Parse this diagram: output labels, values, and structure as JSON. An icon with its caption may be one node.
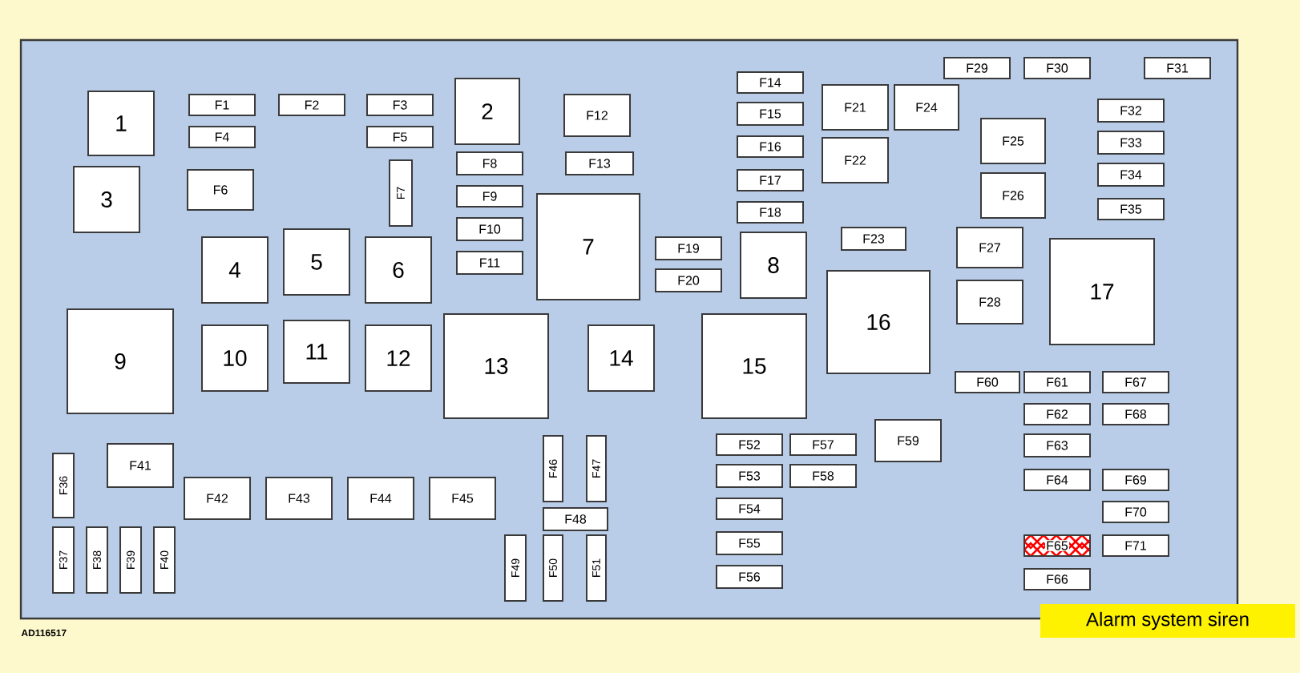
{
  "diagram": {
    "nodes": [
      {
        "text": [],
        "shape": "box"
      },
      {
        "text": [
          "1"
        ],
        "in": 0
      },
      {
        "text": [
          "F1"
        ],
        "in": 0
      },
      {
        "text": [
          "F2"
        ],
        "in": 0
      },
      {
        "text": [
          "F3"
        ],
        "in": 0
      },
      {
        "text": [
          "2"
        ],
        "in": 0
      },
      {
        "text": [
          "F12"
        ],
        "in": 0
      },
      {
        "text": [
          "F4"
        ],
        "in": 0
      },
      {
        "text": [
          "F5"
        ],
        "in": 0
      },
      {
        "text": [
          "F8"
        ],
        "in": 0
      },
      {
        "text": [
          "F13"
        ],
        "in": 0
      },
      {
        "text": [
          "3"
        ],
        "in": 0
      },
      {
        "text": [
          "F6"
        ],
        "in": 0
      },
      {
        "text": [
          "F7"
        ],
        "in": 0
      },
      {
        "text": [
          "F9"
        ],
        "in": 0
      },
      {
        "text": [
          "F10"
        ],
        "in": 0
      },
      {
        "text": [
          "F11"
        ],
        "in": 0
      },
      {
        "text": [
          "7"
        ],
        "in": 0
      },
      {
        "text": [
          "4"
        ],
        "in": 0
      },
      {
        "text": [
          "5"
        ],
        "in": 0
      },
      {
        "text": [
          "6"
        ],
        "in": 0
      },
      {
        "text": [
          "F29"
        ],
        "in": 0
      },
      {
        "text": [
          "F30"
        ],
        "in": 0
      },
      {
        "text": [
          "F31"
        ],
        "in": 0
      },
      {
        "text": [
          "F14"
        ],
        "in": 0
      },
      {
        "text": [
          "F15"
        ],
        "in": 0
      },
      {
        "text": [
          "F16"
        ],
        "in": 0
      },
      {
        "text": [
          "F17"
        ],
        "in": 0
      },
      {
        "text": [
          "F18"
        ],
        "in": 0
      },
      {
        "text": [
          "F21"
        ],
        "in": 0
      },
      {
        "text": [
          "F24"
        ],
        "in": 0
      },
      {
        "text": [
          "F22"
        ],
        "in": 0
      },
      {
        "text": [
          "F25"
        ],
        "in": 0
      },
      {
        "text": [
          "F26"
        ],
        "in": 0
      },
      {
        "text": [
          "F32"
        ],
        "in": 0
      },
      {
        "text": [
          "F33"
        ],
        "in": 0
      },
      {
        "text": [
          "F34"
        ],
        "in": 0
      },
      {
        "text": [
          "F35"
        ],
        "in": 0
      },
      {
        "text": [
          "F19"
        ],
        "in": 0
      },
      {
        "text": [
          "F20"
        ],
        "in": 0
      },
      {
        "text": [
          "8"
        ],
        "in": 0
      },
      {
        "text": [
          "F23"
        ],
        "in": 0
      },
      {
        "text": [
          "F27"
        ],
        "in": 0
      },
      {
        "text": [
          "F28"
        ],
        "in": 0
      },
      {
        "text": [
          "16"
        ],
        "in": 0
      },
      {
        "text": [
          "17"
        ],
        "in": 0
      },
      {
        "text": [
          "9"
        ],
        "in": 0
      },
      {
        "text": [
          "10"
        ],
        "in": 0
      },
      {
        "text": [
          "11"
        ],
        "in": 0
      },
      {
        "text": [
          "12"
        ],
        "in": 0
      },
      {
        "text": [
          "13"
        ],
        "in": 0
      },
      {
        "text": [
          "14"
        ],
        "in": 0
      },
      {
        "text": [
          "15"
        ],
        "in": 0
      },
      {
        "text": [
          "F60"
        ],
        "in": 0
      },
      {
        "text": [
          "F61"
        ],
        "in": 0
      },
      {
        "text": [
          "F67"
        ],
        "in": 0
      },
      {
        "text": [
          "F62"
        ],
        "in": 0
      },
      {
        "text": [
          "F68"
        ],
        "in": 0
      },
      {
        "text": [
          "F36"
        ],
        "in": 0
      },
      {
        "text": [
          "F41"
        ],
        "in": 0
      },
      {
        "text": [
          "F42"
        ],
        "in": 0
      },
      {
        "text": [
          "F43"
        ],
        "in": 0
      },
      {
        "text": [
          "F44"
        ],
        "in": 0
      },
      {
        "text": [
          "F45"
        ],
        "in": 0
      },
      {
        "text": [
          "F46"
        ],
        "in": 0
      },
      {
        "text": [
          "F47"
        ],
        "in": 0
      },
      {
        "text": [
          "F48"
        ],
        "in": 0
      },
      {
        "text": [
          "F52"
        ],
        "in": 0
      },
      {
        "text": [
          "F57"
        ],
        "in": 0
      },
      {
        "text": [
          "F59"
        ],
        "in": 0
      },
      {
        "text": [
          "F63"
        ],
        "in": 0
      },
      {
        "text": [
          "F53"
        ],
        "in": 0
      },
      {
        "text": [
          "F58"
        ],
        "in": 0
      },
      {
        "text": [
          "F64"
        ],
        "in": 0
      },
      {
        "text": [
          "F69"
        ],
        "in": 0
      },
      {
        "text": [
          "F54"
        ],
        "in": 0
      },
      {
        "text": [
          "F70"
        ],
        "in": 0
      },
      {
        "text": [
          "F37"
        ],
        "in": 0
      },
      {
        "text": [
          "F38"
        ],
        "in": 0
      },
      {
        "text": [
          "F39"
        ],
        "in": 0
      },
      {
        "text": [
          "F40"
        ],
        "in": 0
      },
      {
        "text": [
          "F49"
        ],
        "in": 0
      },
      {
        "text": [
          "F50"
        ],
        "in": 0
      },
      {
        "text": [
          "F51"
        ],
        "in": 0
      },
      {
        "text": [
          "F55"
        ],
        "in": 0
      },
      {
        "text": [
          "F65"
        ],
        "in": 0
      },
      {
        "text": [
          "F71"
        ],
        "in": 0
      },
      {
        "text": [
          "F56"
        ],
        "in": 0
      },
      {
        "text": [
          "F66"
        ],
        "in": 0
      },
      {
        "text": [
          "Alarm system siren"
        ]
      }
    ],
    "labels": [
      "AD116517"
    ]
  }
}
